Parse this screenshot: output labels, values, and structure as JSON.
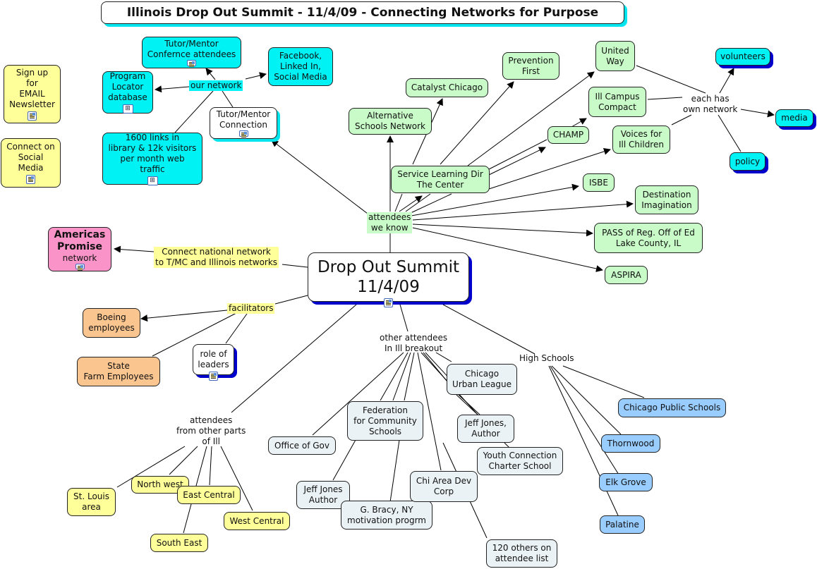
{
  "title": "Illinois Drop Out Summit - 11/4/09 - Connecting Networks for Purpose",
  "colors": {
    "cyan": "#00f2f5",
    "green": "#c8fbc8",
    "yellow": "#ffff99",
    "pink": "#fa94c8",
    "orange": "#fbc590",
    "grey": "#ebf2f5",
    "blue": "#99ccff",
    "shadow_blue": "#0000cc"
  },
  "center": {
    "line1": "Drop Out Summit",
    "line2": "11/4/09",
    "icon": "resource-icon"
  },
  "sidebar": {
    "signup": {
      "text": "Sign up\nfor\nEMAIL\nNewsletter",
      "icon": "resource-icon"
    },
    "social": {
      "text": "Connect on\nSocial\nMedia",
      "icon": "resource-icon"
    }
  },
  "network": {
    "label": "our network",
    "conference": {
      "text": "Tutor/Mentor\nConfernce attendees",
      "icon": "resource-icon"
    },
    "facebook": {
      "text": "Facebook,\nLinked In,\nSocial Media"
    },
    "locator": {
      "text": "Program\nLocator\ndatabase",
      "icon": "sitemap-icon"
    },
    "tmc": {
      "text": "Tutor/Mentor\nConnection",
      "icon": "resource-icon"
    },
    "links": {
      "text": "1600 links in\nlibrary & 12k visitors\nper month web\ntraffic",
      "icon": "sitemap-icon"
    }
  },
  "americas": {
    "title": "Americas\nPromise",
    "sub": "network",
    "icon": "resource-icon",
    "link_label": "Connect national network\nto T/MC and Illinois networks"
  },
  "facilitators": {
    "label": "facilitators",
    "boeing": "Boeing\nemployees",
    "statefarm": "State\nFarm Employees",
    "role": {
      "text": "role of\nleaders",
      "icon": "resource-icon"
    }
  },
  "known": {
    "label": "attendees\nwe know",
    "alt_schools": "Alternative\nSchools Network",
    "catalyst": "Catalyst Chicago",
    "prevention": "Prevention\nFirst",
    "united_way": "United\nWay",
    "campus": "Ill Campus\nCompact",
    "champ": "CHAMP",
    "voices": "Voices for\nIll Children",
    "service": "Service Learning Dir\nThe Center",
    "isbe": "ISBE",
    "destination": "Destination\nImagination",
    "pass": "PASS of Reg. Off of Ed\nLake County, IL",
    "aspira": "ASPIRA"
  },
  "own_network": {
    "label": "each has\nown network",
    "volunteers": "volunteers",
    "media": "media",
    "policy": "policy"
  },
  "breakout": {
    "label": "other attendees\nIn Ill breakout",
    "urban_league": "Chicago\nUrban League",
    "federation": "Federation\nfor Community\nSchools",
    "office_gov": "Office of Gov",
    "jeff_author_comma": "Jeff Jones,\nAuthor",
    "youth": "Youth Connection\nCharter School",
    "jeff_author": "Jeff Jones\nAuthor",
    "bracy": "G. Bracy, NY\nmotivation progrm",
    "chi_dev": "Chi Area Dev\nCorp",
    "others": "120 others on\nattendee list"
  },
  "regions": {
    "label": "attendees\nfrom other parts\nof Ill",
    "st_louis": "St. Louis\narea",
    "north_west": "North west",
    "east_central": "East Central",
    "west_central": "West Central",
    "south_east": "South East"
  },
  "high_schools": {
    "label": "High Schools",
    "cps": "Chicago Public Schools",
    "thornwood": "Thornwood",
    "elk_grove": "Elk Grove",
    "palatine": "Palatine"
  }
}
